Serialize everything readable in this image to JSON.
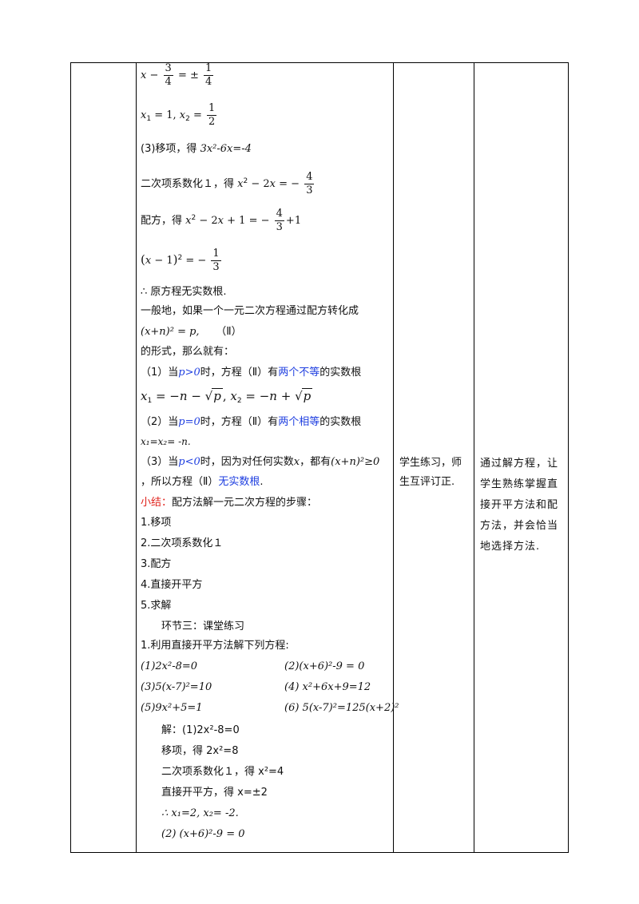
{
  "lines": {
    "step3": "(3)移项，得",
    "step3_eq": "3x²-6x=-4",
    "coef": "二次项系数化１，得",
    "complete": "配方，得",
    "conclusion": "∴ 原方程无实数根.",
    "general1": "一般地，如果一个一元二次方程通过配方转化成",
    "general2_eq": "(x+n)² = p,",
    "general2_tag": "（Ⅱ）",
    "general3": "的形式，那么就有：",
    "case1_a": "（1）当",
    "case1_cond": "p>0",
    "case1_b": "时，方程（Ⅱ）有",
    "case1_hl": "两个不等",
    "case1_c": "的实数根",
    "case2_a": "（2）当",
    "case2_cond": "p=0",
    "case2_b": "时，方程（Ⅱ）有",
    "case2_hl": "两个相等",
    "case2_c": "的实数根",
    "case2_roots": "x₁=x₂= -n.",
    "case3_a": "（3）当",
    "case3_cond": "p<0",
    "case3_b": "时，因为对任何实数",
    "case3_x": "x",
    "case3_c": "，都有",
    "case3_ineq": "(x+n)²≥0",
    "case3_d": "，所以方程（Ⅱ）",
    "case3_hl": "无实数根",
    "case3_e": ".",
    "summary_label": "小结：",
    "summary_text": "配方法解一元二次方程的步骤：",
    "steps": [
      "1.移项",
      "2.二次项系数化１",
      "3.配方",
      "4.直接开平方",
      "5.求解"
    ],
    "section": "环节三：课堂练习",
    "ex_title": "1.利用直接开平方法解下列方程:",
    "ex": [
      "(1)2x²-8=0",
      "(2)(x+6)²-9 = 0",
      "(3)5(x-7)²=10",
      "(4) x²+6x+9=12",
      "(5)9x²+5=1",
      "(6) 5(x-7)²=125(x+2)²"
    ],
    "sol1": "解：(1)2x²-8=0",
    "sol2": "移项，得 2x²=8",
    "sol3": "二次项系数化１，得 x²=4",
    "sol4": "直接开平方，得 x=±2",
    "sol5": "∴ x₁=2,  x₂= -2.",
    "sol6": "(2)   (x+6)²-9 = 0"
  },
  "col3_text": "学生练习，师生互评订正.",
  "col4_text": "通过解方程，让学生熟练掌握直接开平方法和配方法，并会恰当地选择方法."
}
